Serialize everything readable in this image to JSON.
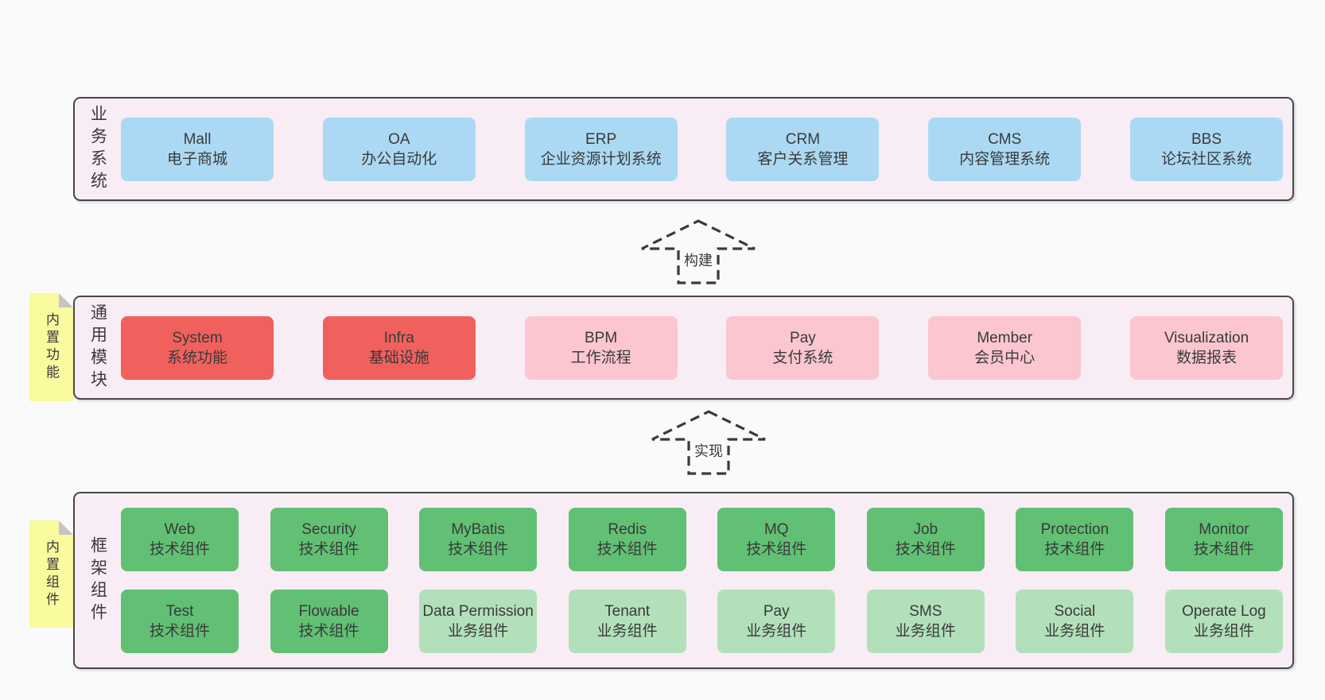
{
  "colors": {
    "page_background": "#fafafa",
    "container_background": "#f8edf5",
    "container_border": "#474747",
    "box_blue": "#abd9f3",
    "box_red": "#f0615e",
    "box_pink": "#fbc6d0",
    "box_green": "#61c074",
    "box_green_light": "#b2e0ba",
    "sticky_yellow": "#fafa9e",
    "sticky_fold": "#c5c5c5",
    "text": "#3a3a3a"
  },
  "layers": [
    {
      "label": "业务系统",
      "sticky": null,
      "rows": [
        [
          {
            "title": "Mall",
            "subtitle": "电子商城",
            "variant": "blue"
          },
          {
            "title": "OA",
            "subtitle": "办公自动化",
            "variant": "blue"
          },
          {
            "title": "ERP",
            "subtitle": "企业资源计划系统",
            "variant": "blue"
          },
          {
            "title": "CRM",
            "subtitle": "客户关系管理",
            "variant": "blue"
          },
          {
            "title": "CMS",
            "subtitle": "内容管理系统",
            "variant": "blue"
          },
          {
            "title": "BBS",
            "subtitle": "论坛社区系统",
            "variant": "blue"
          }
        ]
      ]
    },
    {
      "label": "通用模块",
      "sticky": "内置功能",
      "rows": [
        [
          {
            "title": "System",
            "subtitle": "系统功能",
            "variant": "red"
          },
          {
            "title": "Infra",
            "subtitle": "基础设施",
            "variant": "red"
          },
          {
            "title": "BPM",
            "subtitle": "工作流程",
            "variant": "pink"
          },
          {
            "title": "Pay",
            "subtitle": "支付系统",
            "variant": "pink"
          },
          {
            "title": "Member",
            "subtitle": "会员中心",
            "variant": "pink"
          },
          {
            "title": "Visualization",
            "subtitle": "数据报表",
            "variant": "pink"
          }
        ]
      ]
    },
    {
      "label": "框架组件",
      "sticky": "内置组件",
      "rows": [
        [
          {
            "title": "Web",
            "subtitle": "技术组件",
            "variant": "green"
          },
          {
            "title": "Security",
            "subtitle": "技术组件",
            "variant": "green"
          },
          {
            "title": "MyBatis",
            "subtitle": "技术组件",
            "variant": "green"
          },
          {
            "title": "Redis",
            "subtitle": "技术组件",
            "variant": "green"
          },
          {
            "title": "MQ",
            "subtitle": "技术组件",
            "variant": "green"
          },
          {
            "title": "Job",
            "subtitle": "技术组件",
            "variant": "green"
          },
          {
            "title": "Protection",
            "subtitle": "技术组件",
            "variant": "green"
          },
          {
            "title": "Monitor",
            "subtitle": "技术组件",
            "variant": "green"
          }
        ],
        [
          {
            "title": "Test",
            "subtitle": "技术组件",
            "variant": "green"
          },
          {
            "title": "Flowable",
            "subtitle": "技术组件",
            "variant": "green"
          },
          {
            "title": "Data Permission",
            "subtitle": "业务组件",
            "variant": "green-light"
          },
          {
            "title": "Tenant",
            "subtitle": "业务组件",
            "variant": "green-light"
          },
          {
            "title": "Pay",
            "subtitle": "业务组件",
            "variant": "green-light"
          },
          {
            "title": "SMS",
            "subtitle": "业务组件",
            "variant": "green-light"
          },
          {
            "title": "Social",
            "subtitle": "业务组件",
            "variant": "green-light"
          },
          {
            "title": "Operate Log",
            "subtitle": "业务组件",
            "variant": "green-light"
          }
        ]
      ]
    }
  ],
  "arrows": [
    {
      "label": "构建"
    },
    {
      "label": "实现"
    }
  ]
}
